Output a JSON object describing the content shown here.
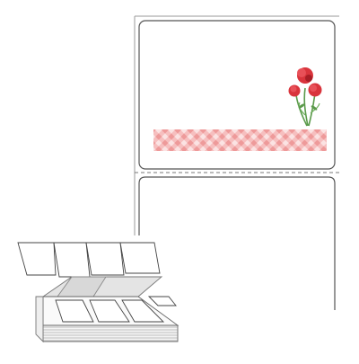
{
  "colors": {
    "background": "#ffffff",
    "label_border": "#555555",
    "liner_line": "#888888",
    "gingham_pink": "#f2a8a8",
    "gingham_light": "#fbe3e3",
    "carnation_red": "#d9343c",
    "carnation_dark": "#a81e26",
    "stem_green": "#5a9a4a"
  },
  "product": {
    "top_label_graphic": [
      "carnation-bouquet",
      "gingham-band"
    ],
    "format": "fanfold-label-stack"
  }
}
